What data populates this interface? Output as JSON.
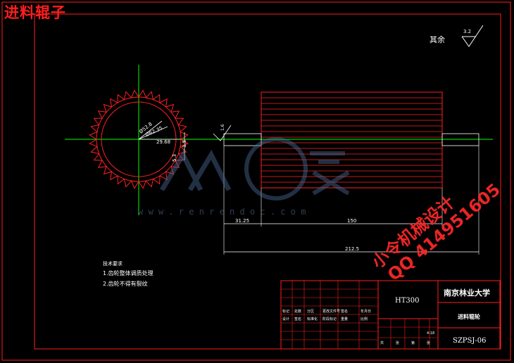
{
  "title": "进料辊子",
  "surface_finish": {
    "label": "其余",
    "value": "3.2"
  },
  "shaft_finish": "1.6",
  "gear_dims": {
    "d1": "Ø52.8",
    "d2": "Ø62.35",
    "r": "29.68",
    "v1": "1.5",
    "v2": "5.3"
  },
  "dims": {
    "d_left": "31.25",
    "d_mid": "150",
    "d_total": "212.5"
  },
  "tech_req": {
    "heading": "技术要求",
    "items": [
      "1.齿轮整体调质处理",
      "2.齿轮不得有裂纹"
    ]
  },
  "title_block": {
    "material": "HT300",
    "school": "南京林业大学",
    "part_name": "进料辊轮",
    "drawing_no": "SZPSJ-06",
    "scale": "4:18",
    "small_row": [
      "标记",
      "处数",
      "分区",
      "更改文件号",
      "签名",
      "年月日"
    ],
    "design_row": [
      "设计",
      "签名",
      "标准化",
      "阶段标记",
      "重量",
      "比例"
    ],
    "sheet_row": [
      "共",
      "张",
      "第",
      "张"
    ]
  },
  "watermark": {
    "site": "w w w . r e n r e n d o c . c o m",
    "ad_line1": "小令机械设计",
    "ad_line2": "QQ 414951605"
  },
  "colors": {
    "bg": "#000000",
    "border": "#ff1e1e",
    "line": "#ffffff",
    "center": "#00ff00",
    "hatch": "#ff2020"
  }
}
